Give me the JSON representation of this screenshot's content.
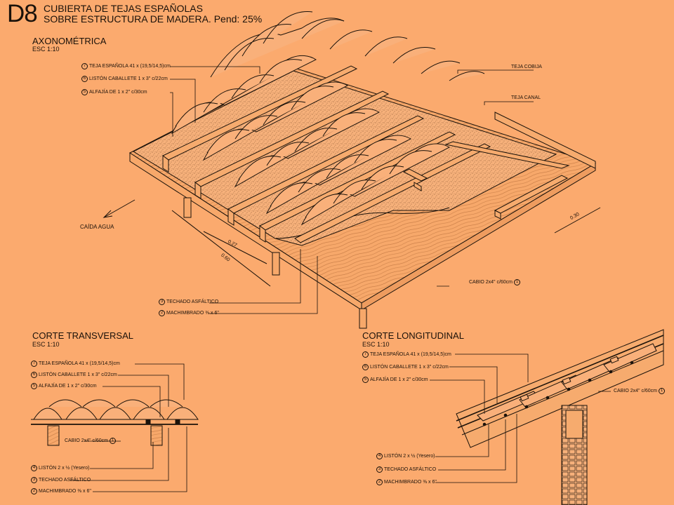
{
  "header": {
    "code": "D8",
    "line1": "CUBIERTA DE TEJAS ESPAÑOLAS",
    "line2": "SOBRE ESTRUCTURA DE MADERA. Pend: 25%"
  },
  "axo": {
    "title": "AXONOMÉTRICA",
    "scale": "ESC 1:10",
    "labels": {
      "teja": {
        "n": "7",
        "t": "TEJA ESPAÑOLA 41 x (19,5/14,5)cm"
      },
      "liston": {
        "n": "6",
        "t": "LISTÓN CABALLETE 1 x 3\" c/22cm"
      },
      "alfajia": {
        "n": "5",
        "t": "ALFAJÍA DE 1 x 2\" c/30cm"
      },
      "techado": {
        "n": "3",
        "t": "TECHADO ASFÁLTICO"
      },
      "machimbrado": {
        "n": "2",
        "t": "MACHIMBRADO ⅜ x 6\""
      },
      "cabio": {
        "n": "1",
        "t": "CABIO 2x4\" c/60cm"
      }
    },
    "teja_cobija": "TEJA COBIJA",
    "teja_canal": "TEJA CANAL",
    "caida_agua": "CAÍDA AGUA",
    "dims": {
      "d1": "0.27",
      "d2": "0.60",
      "d3": "0.30"
    }
  },
  "transversal": {
    "title": "CORTE TRANSVERSAL",
    "scale": "ESC 1:10",
    "labels": {
      "teja": {
        "n": "7",
        "t": "TEJA ESPAÑOLA 41 x (19,5/14,5)cm"
      },
      "liston": {
        "n": "6",
        "t": "LISTÓN CABALLETE 1 x 3\" c/22cm"
      },
      "alfajia": {
        "n": "5",
        "t": "ALFAJÍA DE 1 x 2\" c/30cm"
      },
      "cabio": {
        "n": "1",
        "t": "CABIO 2x4\" c/60cm"
      },
      "liston2": {
        "n": "4",
        "t": "LISTÓN 2 x ½ (Yesero)"
      },
      "techado": {
        "n": "3",
        "t": "TECHADO ASFÁLTICO"
      },
      "machimbrado": {
        "n": "2",
        "t": "MACHIMBRADO ⅜ x 6\""
      }
    }
  },
  "longitudinal": {
    "title": "CORTE LONGITUDINAL",
    "scale": "ESC 1:10",
    "labels": {
      "teja": {
        "n": "7",
        "t": "TEJA ESPAÑOLA 41 x (19,5/14,5)cm"
      },
      "liston": {
        "n": "6",
        "t": "LISTÓN CABALLETE 1 x 3\" c/22cm"
      },
      "alfajia": {
        "n": "5",
        "t": "ALFAJÍA DE 1 x 2\" c/30cm"
      },
      "cabio": {
        "n": "1",
        "t": "CABIO 2x4\" c/60cm"
      },
      "liston2": {
        "n": "4",
        "t": "LISTÓN 2 x ½ (Yesero)"
      },
      "techado": {
        "n": "3",
        "t": "TECHADO ASFÁLTICO"
      },
      "machimbrado": {
        "n": "2",
        "t": "MACHIMBRADO ⅜ x 6\""
      }
    }
  },
  "colors": {
    "background": "#fbaa6e",
    "ink": "#1b120a",
    "wood": "#f7a86a",
    "wood_dark": "#e89254",
    "speckle": "#c9875a"
  }
}
